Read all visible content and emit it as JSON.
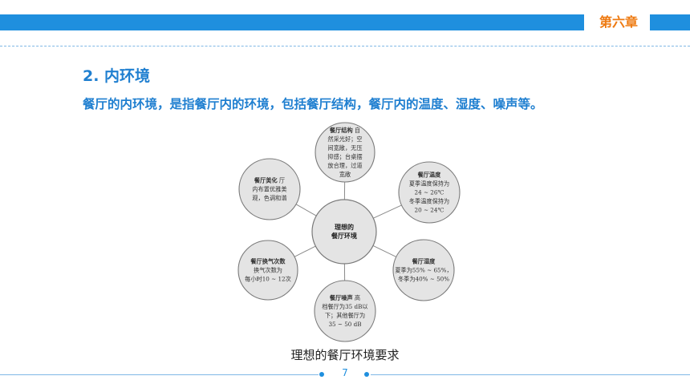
{
  "header": {
    "chapter_label": "第六章"
  },
  "section": {
    "heading": "2. 内环境",
    "description": "餐厅的内环境，是指餐厅内的环境，包括餐厅结构，餐厅内的温度、湿度、噪声等。"
  },
  "diagram": {
    "center": [
      "理想的",
      "餐厅环境"
    ],
    "nodes": [
      {
        "id": "structure",
        "lines": [
          [
            "餐厅结构",
            "  自"
          ],
          [
            "然采光好；空"
          ],
          [
            "间宽敞，无压"
          ],
          [
            "抑感；台桌摆"
          ],
          [
            "放合理，过道"
          ],
          [
            "宽敞"
          ]
        ]
      },
      {
        "id": "temperature",
        "lines": [
          [
            "餐厅温度"
          ],
          [
            "夏季温度保持为"
          ],
          [
            "24 ~ 26℃"
          ],
          [
            "冬季温度保持为"
          ],
          [
            "20 ~ 24℃"
          ]
        ]
      },
      {
        "id": "humidity",
        "lines": [
          [
            "餐厅湿度"
          ],
          [
            "夏季为55% ~ 65%，"
          ],
          [
            "冬季为40% ~ 50%"
          ]
        ]
      },
      {
        "id": "noise",
        "lines": [
          [
            "餐厅噪声",
            "  高"
          ],
          [
            "档餐厅为35 dB以"
          ],
          [
            "下；其他餐厅为"
          ],
          [
            "35 ~ 50 dB"
          ]
        ]
      },
      {
        "id": "ventilation",
        "lines": [
          [
            "餐厅换气次数"
          ],
          [
            "换气次数为"
          ],
          [
            "每小时10 ~ 12次"
          ]
        ]
      },
      {
        "id": "decoration",
        "lines": [
          [
            "餐厅美化",
            "  厅"
          ],
          [
            "内布置优雅美"
          ],
          [
            "观，色调和谐"
          ]
        ]
      }
    ]
  },
  "caption": "理想的餐厅环境要求",
  "footer": {
    "page_number": "7"
  },
  "colors": {
    "brand_blue": "#1f8fde",
    "chapter_orange": "#ee7a11",
    "heading_blue": "#1f7fd0",
    "node_fill": "#e4e4e4",
    "node_stroke": "#7a7a7a"
  }
}
